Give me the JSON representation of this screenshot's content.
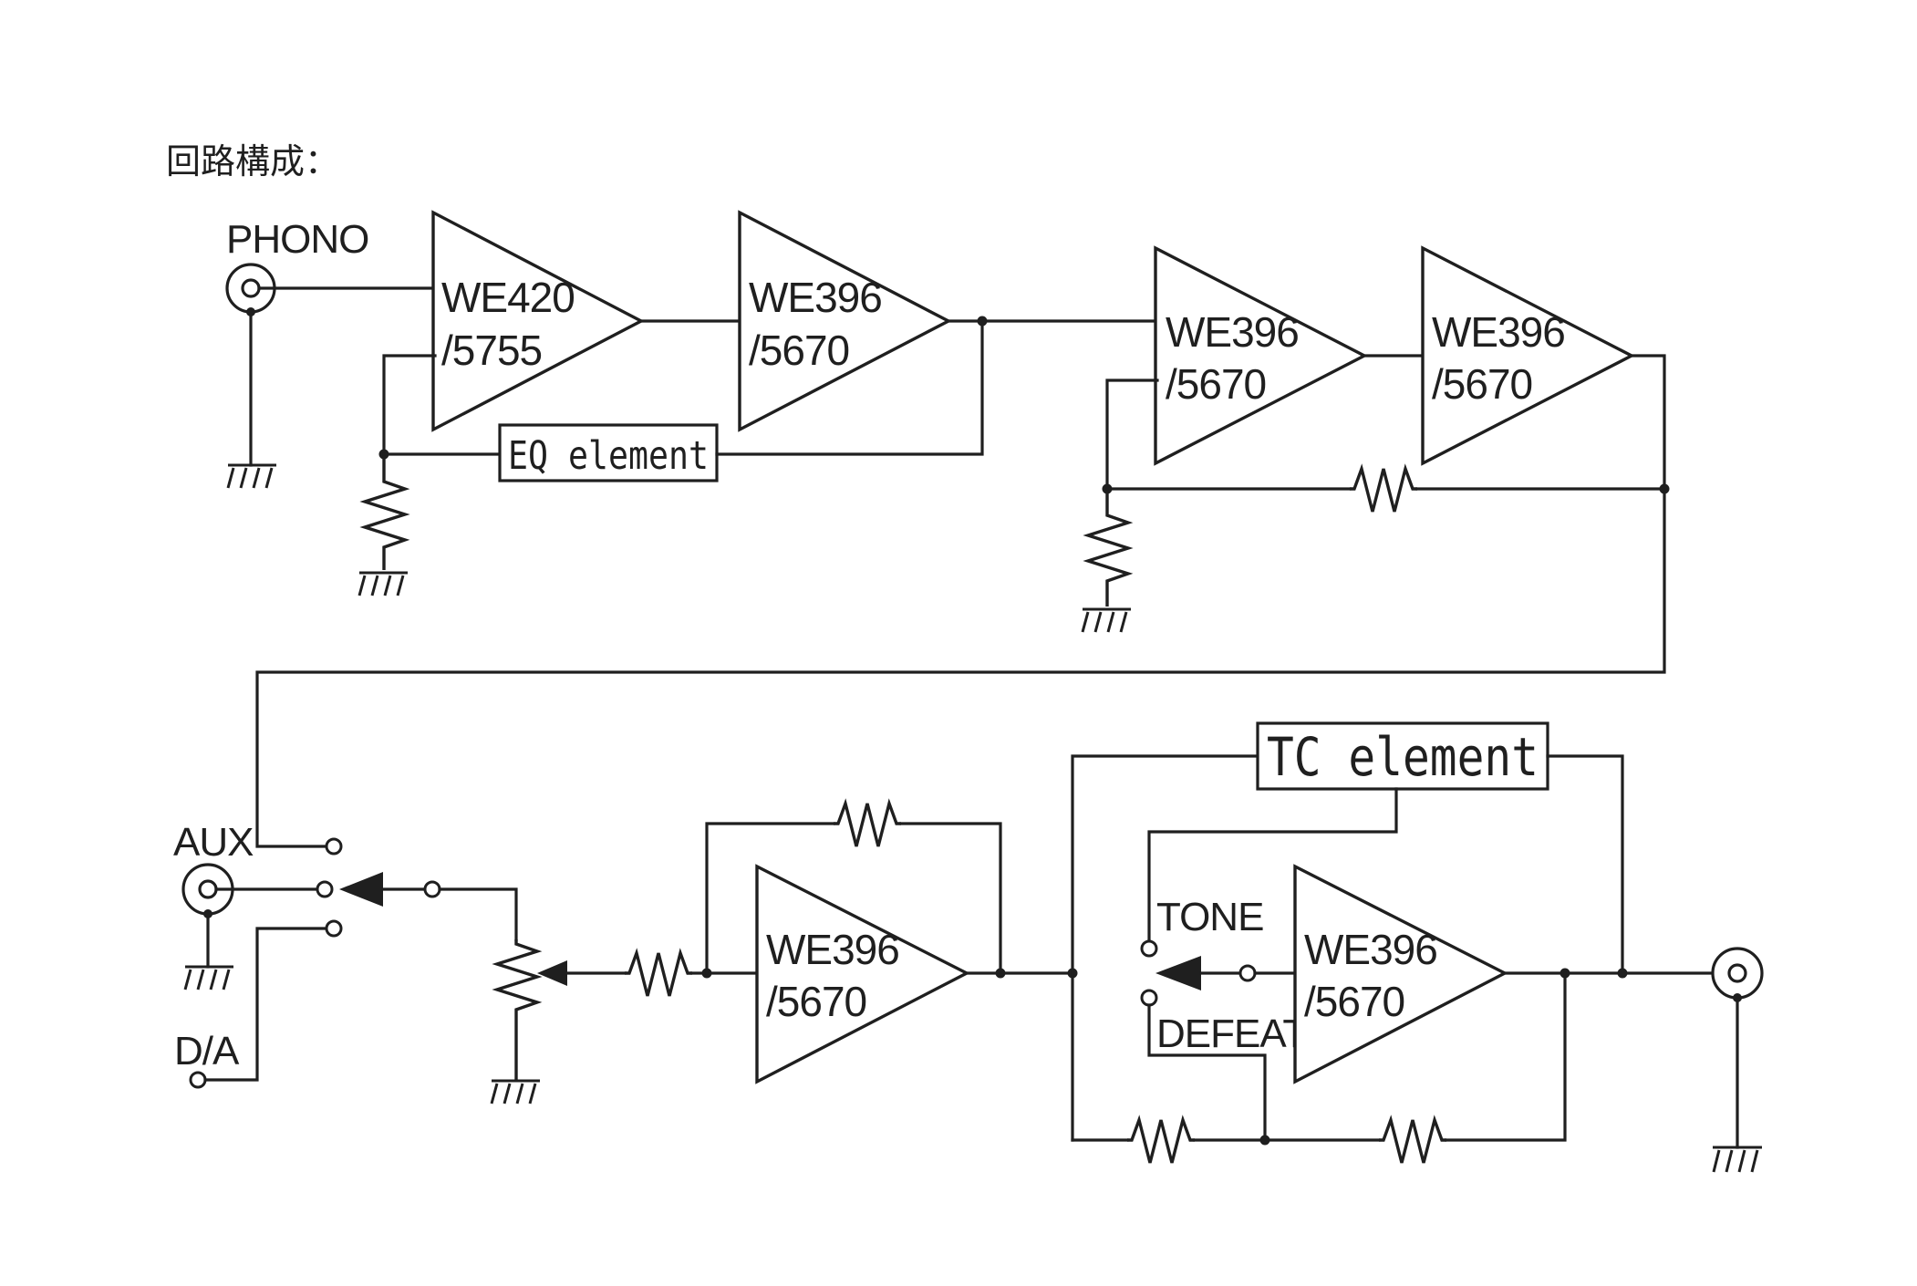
{
  "title": "回路構成：",
  "stages": [
    {
      "tube": "WE420",
      "alt": "/5755"
    },
    {
      "tube": "WE396",
      "alt": "/5670"
    },
    {
      "tube": "WE396",
      "alt": "/5670"
    },
    {
      "tube": "WE396",
      "alt": "/5670"
    },
    {
      "tube": "WE396",
      "alt": "/5670"
    },
    {
      "tube": "WE396",
      "alt": "/5670"
    }
  ],
  "blocks": {
    "eq": "EQ element",
    "tc": "TC element"
  },
  "inputs": {
    "phono": "PHONO",
    "aux": "AUX",
    "da": "D/A"
  },
  "switch_labels": {
    "tone": "TONE",
    "defeat": "DEFEAT"
  }
}
